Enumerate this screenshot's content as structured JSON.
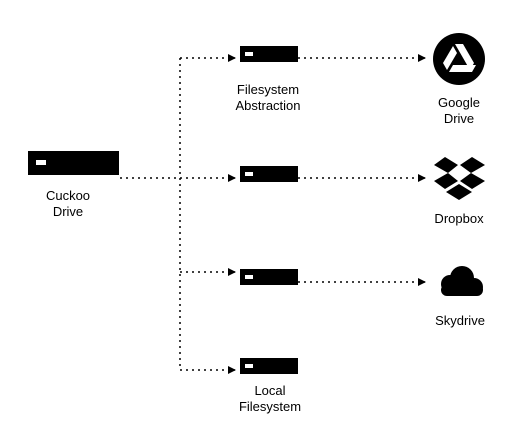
{
  "main_node": {
    "label_line1": "Cuckoo",
    "label_line2": "Drive"
  },
  "branches": [
    {
      "label_line1": "Filesystem",
      "label_line2": "Abstraction"
    },
    {
      "label_line1": "",
      "label_line2": ""
    },
    {
      "label_line1": "",
      "label_line2": ""
    },
    {
      "label_line1": "Local",
      "label_line2": "Filesystem"
    }
  ],
  "services": [
    {
      "name": "Google Drive",
      "label_line1": "Google",
      "label_line2": "Drive",
      "icon": "google-drive-icon"
    },
    {
      "name": "Dropbox",
      "label_line1": "Dropbox",
      "label_line2": "",
      "icon": "dropbox-icon"
    },
    {
      "name": "Skydrive",
      "label_line1": "Skydrive",
      "label_line2": "",
      "icon": "skydrive-icon"
    }
  ],
  "colors": {
    "node_fill": "#000000",
    "node_marker": "#ffffff",
    "connector": "#000000",
    "background": "#ffffff"
  }
}
